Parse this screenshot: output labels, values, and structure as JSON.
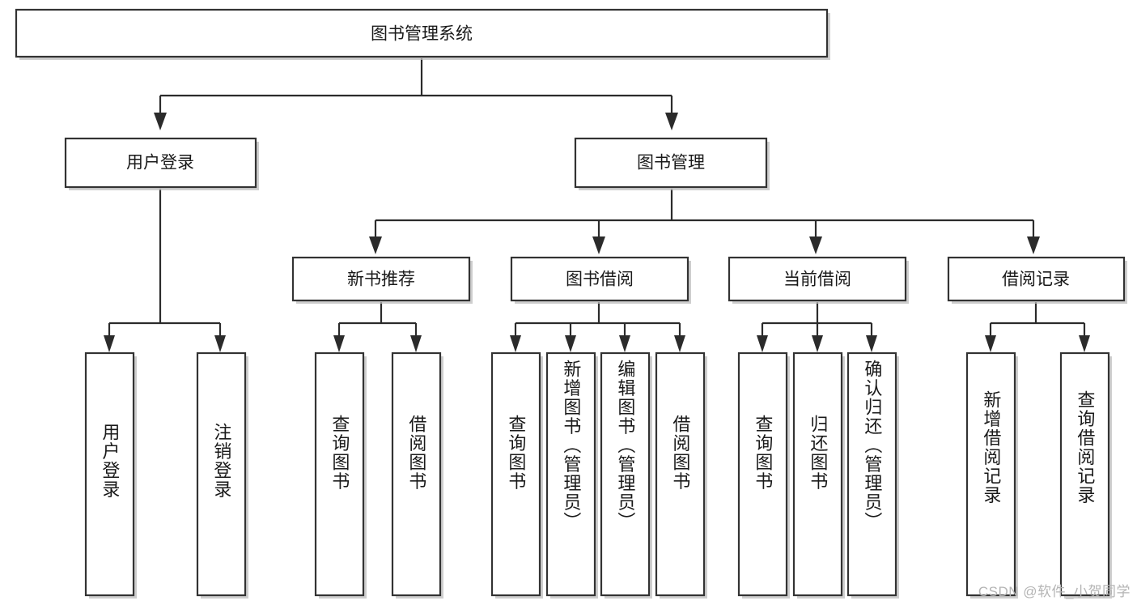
{
  "diagram": {
    "type": "tree",
    "title": "图书管理系统",
    "root": {
      "id": "root",
      "label": "图书管理系统",
      "orientation": "horizontal"
    },
    "level2": [
      {
        "id": "user-login",
        "label": "用户登录",
        "orientation": "horizontal"
      },
      {
        "id": "book-manage",
        "label": "图书管理",
        "orientation": "horizontal"
      }
    ],
    "level3": [
      {
        "id": "new-book-recommend",
        "label": "新书推荐",
        "orientation": "horizontal",
        "parent": "book-manage"
      },
      {
        "id": "book-borrow",
        "label": "图书借阅",
        "orientation": "horizontal",
        "parent": "book-manage"
      },
      {
        "id": "current-borrow",
        "label": "当前借阅",
        "orientation": "horizontal",
        "parent": "book-manage"
      },
      {
        "id": "borrow-record",
        "label": "借阅记录",
        "orientation": "horizontal",
        "parent": "book-manage"
      }
    ],
    "leaves": [
      {
        "id": "leaf-user-login",
        "label": "用户登录",
        "orientation": "vertical",
        "parent": "user-login"
      },
      {
        "id": "leaf-user-logout",
        "label": "注销登录",
        "orientation": "vertical",
        "parent": "user-login"
      },
      {
        "id": "leaf-query-book-1",
        "label": "查询图书",
        "orientation": "vertical",
        "parent": "new-book-recommend"
      },
      {
        "id": "leaf-borrow-book-1",
        "label": "借阅图书",
        "orientation": "vertical",
        "parent": "new-book-recommend"
      },
      {
        "id": "leaf-query-book-2",
        "label": "查询图书",
        "orientation": "vertical",
        "parent": "book-borrow"
      },
      {
        "id": "leaf-add-book",
        "label": "新增图书（管理员）",
        "orientation": "vertical",
        "parent": "book-borrow"
      },
      {
        "id": "leaf-edit-book",
        "label": "编辑图书（管理员）",
        "orientation": "vertical",
        "parent": "book-borrow"
      },
      {
        "id": "leaf-borrow-book-2",
        "label": "借阅图书",
        "orientation": "vertical",
        "parent": "book-borrow"
      },
      {
        "id": "leaf-query-book-3",
        "label": "查询图书",
        "orientation": "vertical",
        "parent": "current-borrow"
      },
      {
        "id": "leaf-return-book",
        "label": "归还图书",
        "orientation": "vertical",
        "parent": "current-borrow"
      },
      {
        "id": "leaf-confirm-return",
        "label": "确认归还（管理员）",
        "orientation": "vertical",
        "parent": "current-borrow"
      },
      {
        "id": "leaf-add-record",
        "label": "新增借阅记录",
        "orientation": "vertical",
        "parent": "borrow-record"
      },
      {
        "id": "leaf-query-record",
        "label": "查询借阅记录",
        "orientation": "vertical",
        "parent": "borrow-record"
      }
    ],
    "colors": {
      "background": "#ffffff",
      "box_fill": "#ffffff",
      "box_stroke": "#333333",
      "connector": "#2b2b2b",
      "text": "#1a1a1a",
      "watermark": "#b4b4b4"
    }
  },
  "watermark": {
    "text": "CSDN @软件_小贺同学"
  }
}
